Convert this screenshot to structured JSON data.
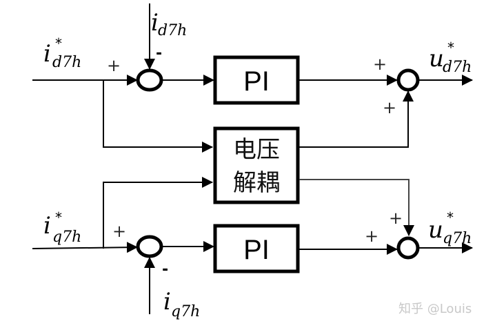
{
  "diagram": {
    "title": "",
    "blocks": {
      "pi_d": {
        "label": "PI"
      },
      "pi_q": {
        "label": "PI"
      },
      "decoupling": {
        "line1": "电压",
        "line2": "解耦"
      }
    },
    "signals": {
      "id_ref": {
        "main": "i",
        "sub": "d7h",
        "sup": "*"
      },
      "id_fb": {
        "main": "i",
        "sub": "d7h"
      },
      "iq_ref": {
        "main": "i",
        "sub": "q7h",
        "sup": "*"
      },
      "iq_fb": {
        "main": "i",
        "sub": "q7h"
      },
      "ud_out": {
        "main": "u",
        "sub": "d7h",
        "sup": "*"
      },
      "uq_out": {
        "main": "u",
        "sub": "q7h",
        "sup": "*"
      }
    },
    "signs": {
      "sum_d_ref": "+",
      "sum_d_fb": "-",
      "sum_q_ref": "+",
      "sum_q_fb": "-",
      "out_d_pi": "+",
      "out_d_dec": "+",
      "out_q_pi": "+",
      "out_q_dec": "+"
    },
    "watermark": "知乎 @Louis"
  }
}
